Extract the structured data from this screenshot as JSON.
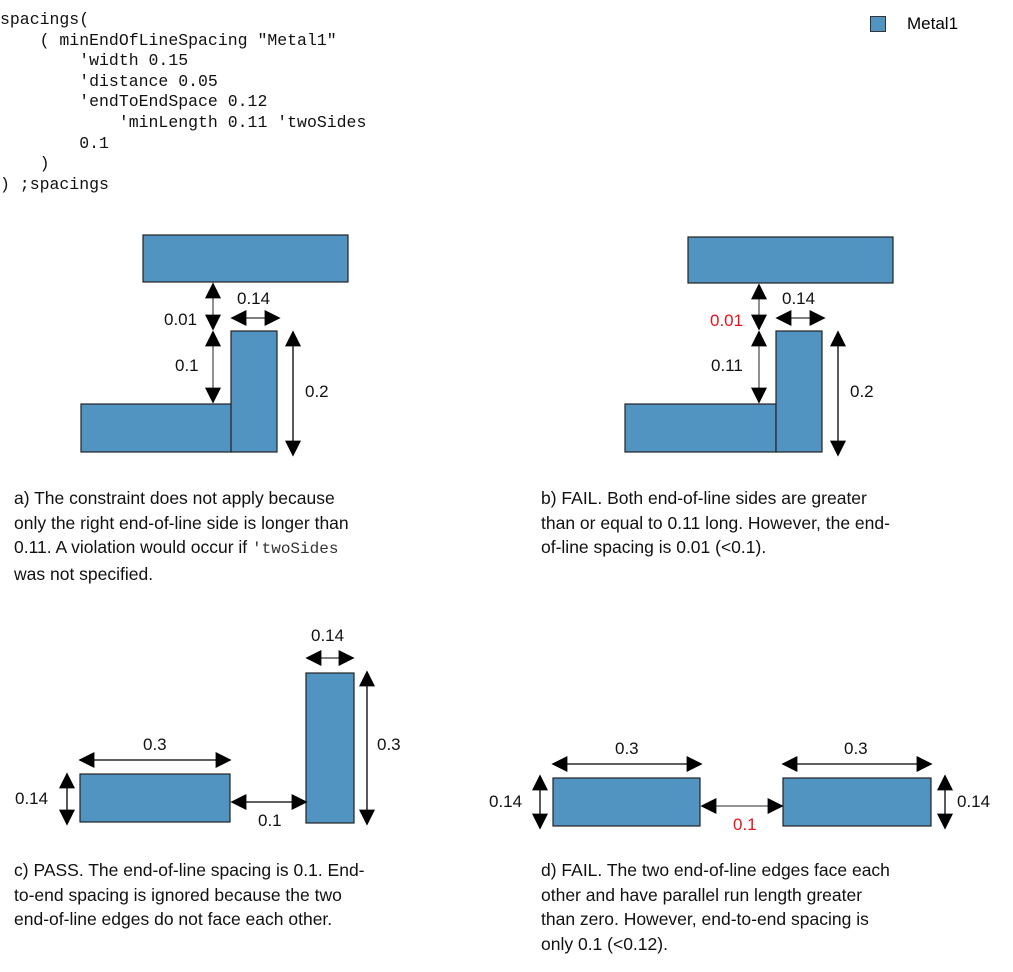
{
  "code": {
    "lines": [
      "spacings(",
      "    ( minEndOfLineSpacing \"Metal1\"",
      "        'width 0.15",
      "        'distance 0.05",
      "        'endToEndSpace 0.12",
      "            'minLength 0.11 'twoSides",
      "        0.1",
      "    )",
      ") ;spacings"
    ]
  },
  "legend": {
    "label": "Metal1",
    "color": "#5194c2"
  },
  "colors": {
    "metal": "#5194c2",
    "outline": "#2a2a2a",
    "violation": "#e8141b",
    "text": "#111111"
  },
  "panels": {
    "a": {
      "labels": {
        "gap": "0.01",
        "width": "0.14",
        "side_left": "0.1",
        "side_right": "0.2"
      },
      "caption": {
        "line1": "a) The constraint does not apply because",
        "line2": "only the right end-of-line side is longer than",
        "line3_pre": "0.11. A violation would occur if ",
        "line3_code": "'twoSides",
        "line4": "was not specified."
      }
    },
    "b": {
      "labels": {
        "gap": "0.01",
        "width": "0.14",
        "side_left": "0.11",
        "side_right": "0.2"
      },
      "caption": {
        "line1": "b) FAIL. Both end-of-line sides are greater",
        "line2": "than or equal to 0.11 long. However, the end-",
        "line3": "of-line spacing is 0.01 (<0.1)."
      }
    },
    "c": {
      "labels": {
        "length_h": "0.3",
        "height_h": "0.14",
        "spacing": "0.1",
        "width_v": "0.14",
        "length_v": "0.3"
      },
      "caption": {
        "line1": "c) PASS. The end-of-line spacing is 0.1. End-",
        "line2": "to-end spacing is ignored because the two",
        "line3": "end-of-line edges do not face each other."
      }
    },
    "d": {
      "labels": {
        "length_left": "0.3",
        "height_left": "0.14",
        "spacing": "0.1",
        "length_right": "0.3",
        "height_right": "0.14"
      },
      "caption": {
        "line1": "d) FAIL. The two end-of-line edges face each",
        "line2": "other and have parallel run length greater",
        "line3": "than zero. However, end-to-end spacing is",
        "line4": "only 0.1 (<0.12)."
      }
    }
  }
}
